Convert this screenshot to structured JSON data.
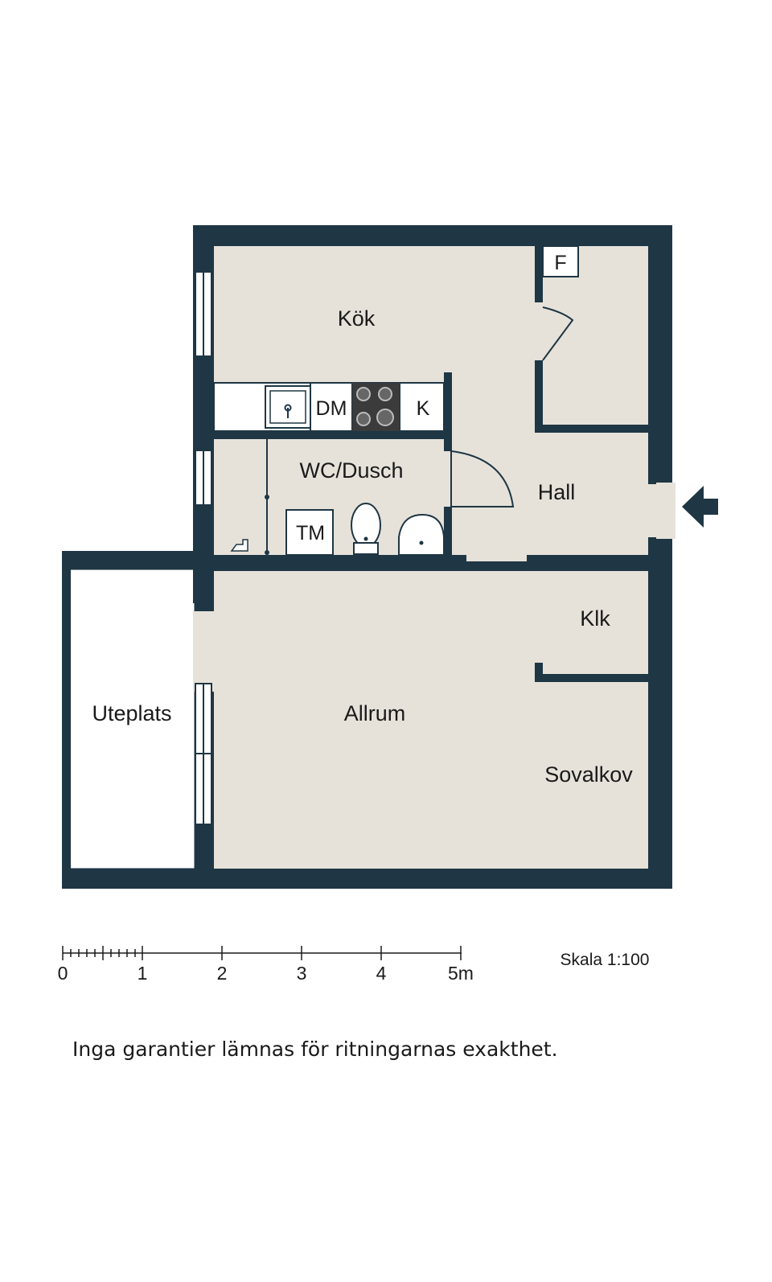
{
  "colors": {
    "wall": "#1f3644",
    "floor": "#e6e2da",
    "window": "#ffffff",
    "text": "#1a1a1a"
  },
  "rooms": {
    "kok": "Kök",
    "wc": "WC/Dusch",
    "hall": "Hall",
    "klk": "Klk",
    "allrum": "Allrum",
    "sovalkov": "Sovalkov",
    "uteplats": "Uteplats"
  },
  "fixtures": {
    "f": "F",
    "dm": "DM",
    "k": "K",
    "tm": "TM"
  },
  "icons": {
    "entrance": "entrance-arrow-icon"
  },
  "scale": {
    "ticks": [
      "0",
      "1",
      "2",
      "3",
      "4",
      "5m"
    ],
    "label": "Skala 1:100"
  },
  "disclaimer": "Inga garantier lämnas för ritningarnas exakthet."
}
